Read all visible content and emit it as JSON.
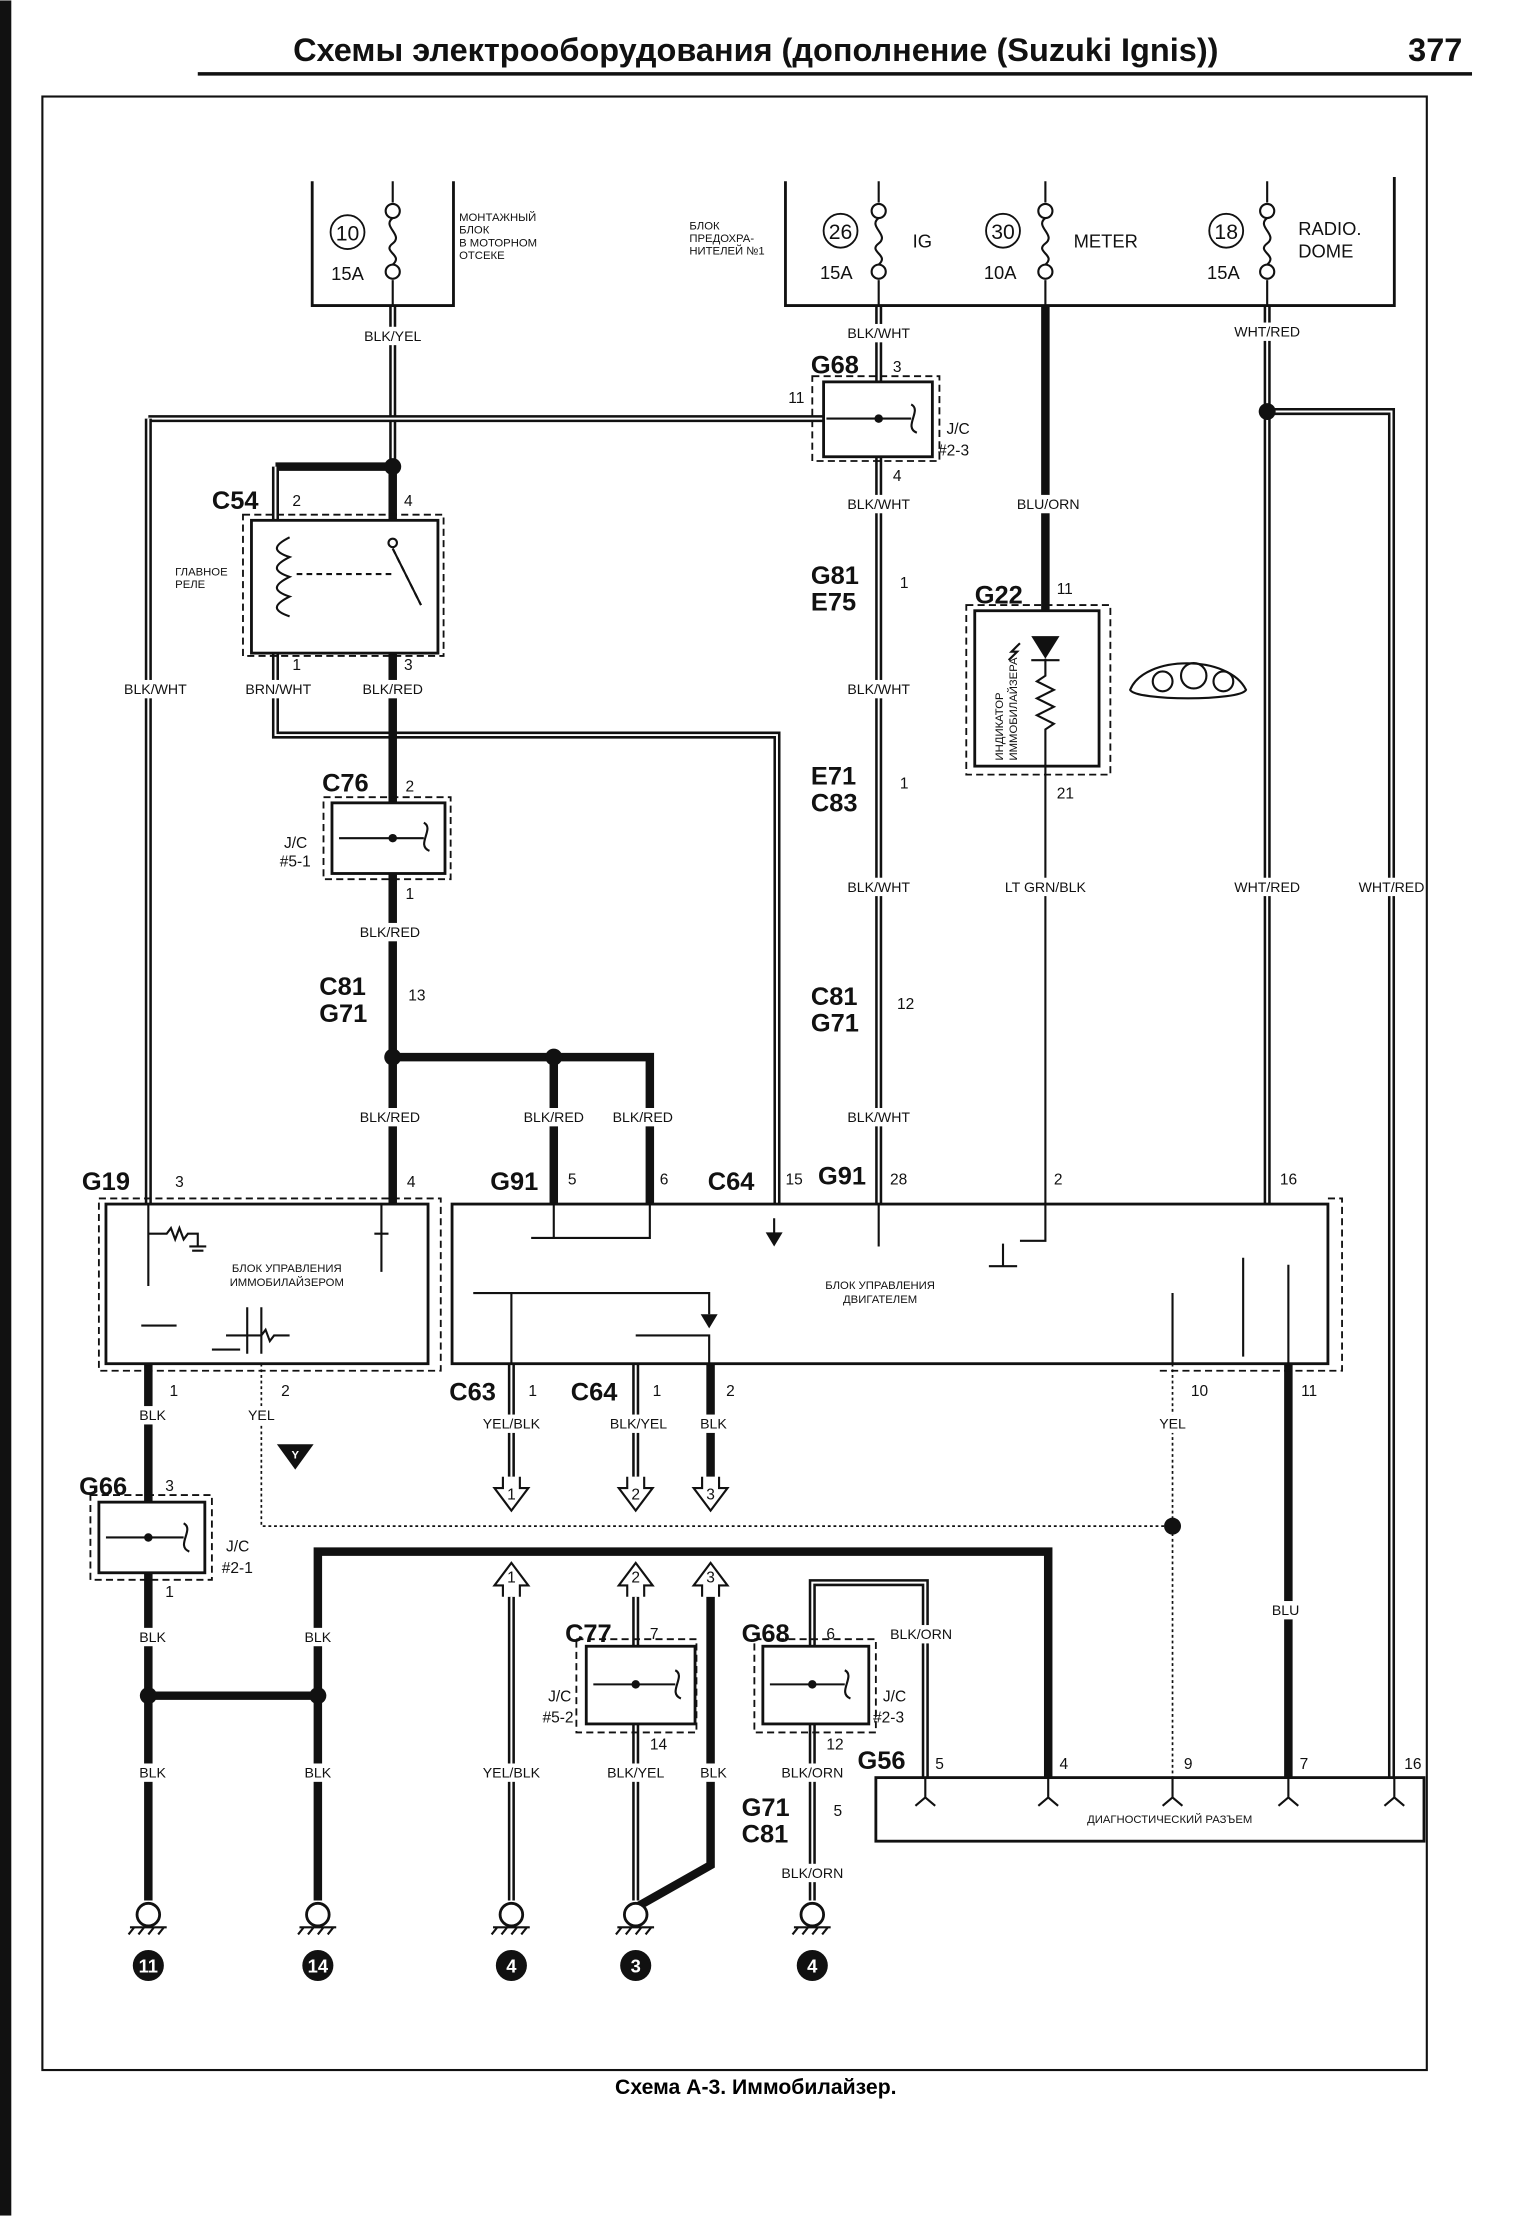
{
  "header": {
    "title": "Схемы электрооборудования (дополнение (Suzuki Ignis))",
    "page_number": "377"
  },
  "caption": "Схема А-3. Иммобилайзер.",
  "fuse_blocks": {
    "engine_block_label": [
      "МОНТАЖНЫЙ",
      "БЛОК",
      "В МОТОРНОМ",
      "ОТСЕКЕ"
    ],
    "fuse_box_label": [
      "БЛОК",
      "ПРЕДОХРА-",
      "НИТЕЛЕЙ №1"
    ],
    "fuses": [
      {
        "number": "10",
        "rating": "15A",
        "name": ""
      },
      {
        "number": "26",
        "rating": "15A",
        "name": "IG"
      },
      {
        "number": "30",
        "rating": "10A",
        "name": "METER"
      },
      {
        "number": "18",
        "rating": "15A",
        "name": "RADIO.",
        "name2": "DOME"
      }
    ]
  },
  "components": {
    "main_relay": {
      "label": [
        "ГЛАВНОЕ",
        "РЕЛЕ"
      ],
      "connector": "C54",
      "pins": [
        "2",
        "4",
        "1",
        "3"
      ]
    },
    "jc_5_1": {
      "label": [
        "J/C",
        "#5-1"
      ],
      "connector": "C76",
      "pins": [
        "2",
        "1"
      ]
    },
    "jc_2_3_top": {
      "label": [
        "J/C",
        "#2-3"
      ],
      "connector": "G68",
      "pins": [
        "3",
        "11",
        "4"
      ]
    },
    "indicator": {
      "label": [
        "ИНДИКАТОР",
        "ИММОБИЛАЙЗЕРА"
      ],
      "connector": "G22",
      "pins": [
        "11",
        "21"
      ]
    },
    "immobilizer_ecu": {
      "label": [
        "БЛОК УПРАВЛЕНИЯ",
        "ИММОБИЛАЙЗЕРОМ"
      ],
      "connector": "G19",
      "pins": [
        "3",
        "4",
        "1",
        "2"
      ]
    },
    "engine_ecu": {
      "label": [
        "БЛОК УПРАВЛЕНИЯ",
        "ДВИГАТЕЛЕМ"
      ]
    },
    "jc_2_1": {
      "label": [
        "J/C",
        "#2-1"
      ],
      "connector": "G66",
      "pins": [
        "3",
        "1"
      ]
    },
    "jc_5_2": {
      "label": [
        "J/C",
        "#5-2"
      ],
      "connector": "C77",
      "pins": [
        "7",
        "14"
      ]
    },
    "jc_2_3_bottom": {
      "label": [
        "J/C",
        "#2-3"
      ],
      "connector": "G68",
      "pins": [
        "6",
        "12"
      ]
    },
    "diag_connector": {
      "label": "ДИАГНОСТИЧЕСКИЙ РАЗЪЕМ",
      "connector": "G56",
      "pins": [
        "5",
        "4",
        "9",
        "7",
        "16"
      ]
    }
  },
  "connectors": {
    "g81_e75": [
      "G81",
      "E75",
      "1"
    ],
    "e71_c83": [
      "E71",
      "C83",
      "1"
    ],
    "c81_g71_left": [
      "C81",
      "G71",
      "13"
    ],
    "c81_g71_right": [
      "C81",
      "G71",
      "12"
    ],
    "g91_a": [
      "G91",
      "5",
      "6"
    ],
    "c64_top": [
      "C64",
      "15"
    ],
    "g91_b": [
      "G91",
      "28"
    ],
    "ecm_pins_top": [
      "2",
      "16"
    ],
    "c63": [
      "C63",
      "1"
    ],
    "c64_bottom": [
      "C64",
      "1",
      "2"
    ],
    "ecm_pins_bottom": [
      "10",
      "11"
    ],
    "g71_c81_bottom": [
      "G71",
      "C81",
      "5"
    ]
  },
  "wire_labels": [
    "BLK/YEL",
    "BLK/WHT",
    "WHT/RED",
    "BLK/WHT",
    "BLU/ORN",
    "BLK/WHT",
    "BRN/WHT",
    "BLK/RED",
    "BLK/WHT",
    "BLK/RED",
    "BLK/WHT",
    "LT GRN/BLK",
    "WHT/RED",
    "WHT/RED",
    "BLK/RED",
    "BLK/RED",
    "BLK/RED",
    "BLK/WHT",
    "BLK",
    "YEL",
    "YEL/BLK",
    "BLK/YEL",
    "BLK",
    "YEL",
    "BLK",
    "BLK",
    "BLK/ORN",
    "BLU",
    "BLK",
    "BLK",
    "YEL/BLK",
    "BLK/YEL",
    "BLK",
    "BLK/ORN",
    "BLK/ORN"
  ],
  "arrows": [
    "1",
    "2",
    "3",
    "1",
    "2",
    "3"
  ],
  "grounds": [
    "11",
    "14",
    "4",
    "3",
    "4"
  ],
  "marker": "Y"
}
